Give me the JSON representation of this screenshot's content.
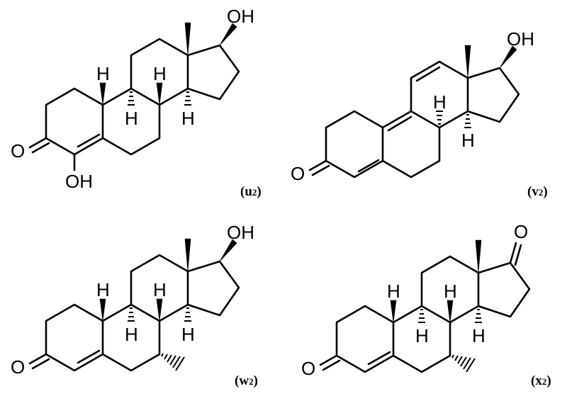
{
  "molecules": [
    {
      "id": "u2",
      "label_open": "(u",
      "label_sub": "2",
      "label_close": ")",
      "atoms": {
        "oh_top": "OH",
        "o_keto": "O",
        "oh_bottom": "OH",
        "h_a": "H",
        "h_b": "H",
        "h_c": "H",
        "h_d": "H"
      }
    },
    {
      "id": "v2",
      "label_open": "(v",
      "label_sub": "2",
      "label_close": ")",
      "atoms": {
        "oh_top": "OH",
        "o_keto": "O",
        "h_a": "H",
        "h_b": "H"
      }
    },
    {
      "id": "w2",
      "label_open": "(w",
      "label_sub": "2",
      "label_close": ")",
      "atoms": {
        "oh_top": "OH",
        "o_keto": "O",
        "h_a": "H",
        "h_b": "H",
        "h_c": "H",
        "h_d": "H"
      }
    },
    {
      "id": "x2",
      "label_open": "(x",
      "label_sub": "2",
      "label_close": ")",
      "atoms": {
        "o_top": "O",
        "o_keto": "O",
        "h_a": "H",
        "h_b": "H",
        "h_c": "H",
        "h_d": "H"
      }
    }
  ]
}
